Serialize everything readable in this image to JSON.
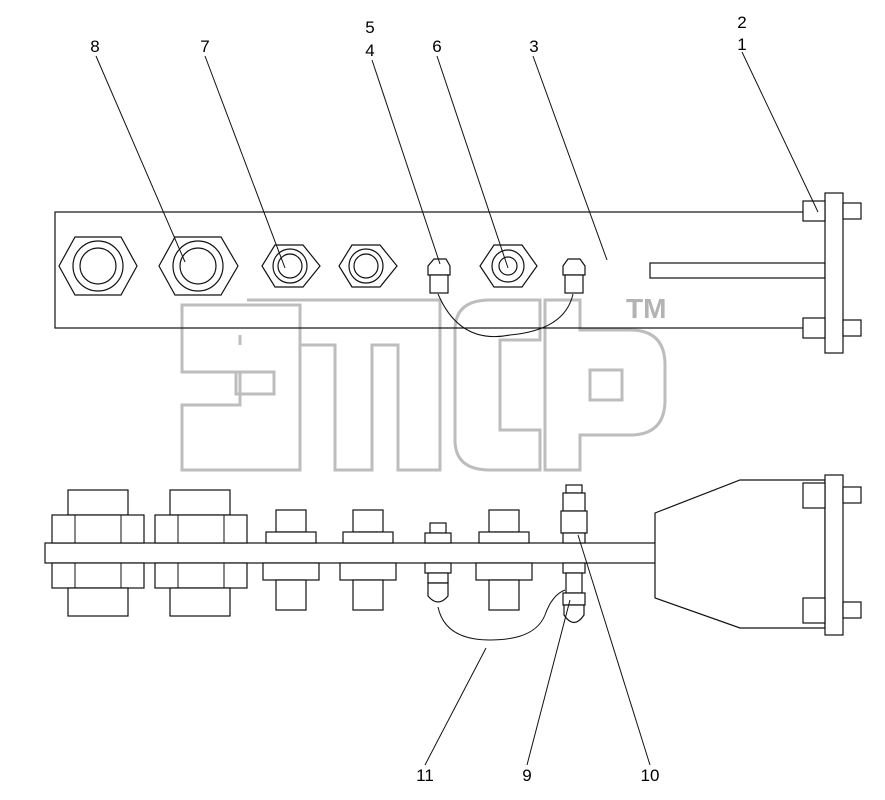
{
  "callouts": {
    "c1": "1",
    "c2": "2",
    "c3": "3",
    "c4": "4",
    "c5": "5",
    "c6": "6",
    "c7": "7",
    "c8": "8",
    "c9": "9",
    "c10": "10",
    "c11": "11"
  },
  "watermark": {
    "trademark": "TM"
  },
  "colors": {
    "line": "#111111",
    "watermark": "#bdbdbd",
    "background": "#ffffff"
  }
}
